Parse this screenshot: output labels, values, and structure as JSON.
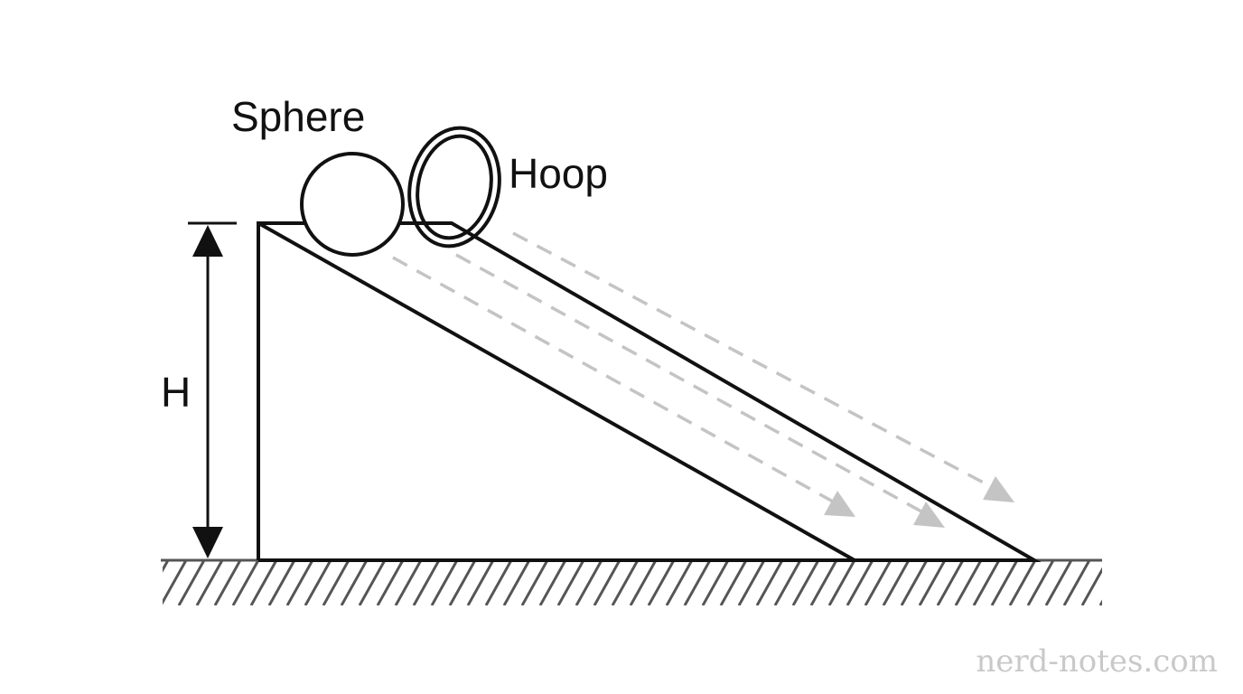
{
  "labels": {
    "sphere": "Sphere",
    "hoop": "Hoop",
    "height": "H"
  },
  "watermark": "nerd-notes.com",
  "colors": {
    "ink": "#111111",
    "ground": "#555555",
    "path_arrows": "#c4c4c4",
    "watermark": "#c9c9c9"
  }
}
